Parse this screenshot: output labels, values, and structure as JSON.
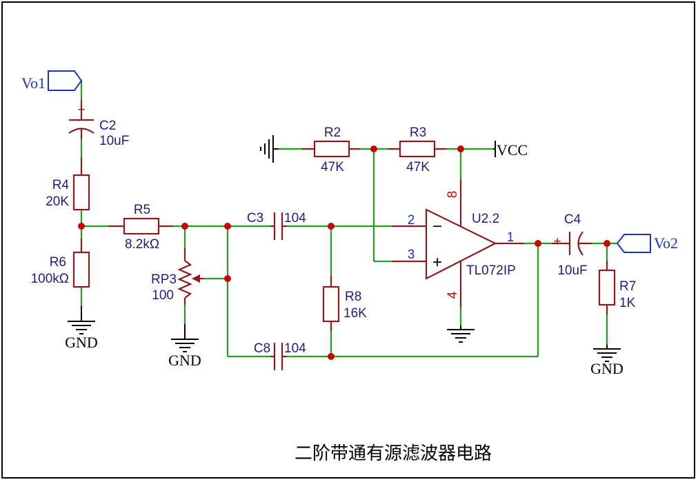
{
  "title": "二阶带通有源滤波器电路",
  "ports": {
    "in": "Vo1",
    "out": "Vo2"
  },
  "nets": {
    "vcc": "VCC",
    "gnd": "GND"
  },
  "components": {
    "C2": {
      "ref": "C2",
      "value": "10uF",
      "polarity": "+"
    },
    "R4": {
      "ref": "R4",
      "value": "20K"
    },
    "R6": {
      "ref": "R6",
      "value": "100kΩ"
    },
    "R5": {
      "ref": "R5",
      "value": "8.2kΩ"
    },
    "RP3": {
      "ref": "RP3",
      "value": "100"
    },
    "C3": {
      "ref": "C3",
      "value": "104"
    },
    "C8": {
      "ref": "C8",
      "value": "104"
    },
    "R8": {
      "ref": "R8",
      "value": "16K"
    },
    "R2": {
      "ref": "R2",
      "value": "47K"
    },
    "R3": {
      "ref": "R3",
      "value": "47K"
    },
    "U2": {
      "ref": "U2.2",
      "value": "TL072IP",
      "pins": {
        "inv": "2",
        "noninv": "3",
        "out": "1",
        "vplus": "8",
        "vminus": "4"
      },
      "minus_sign": "−",
      "plus_sign": "+"
    },
    "C4": {
      "ref": "C4",
      "value": "10uF",
      "polarity": "+"
    },
    "R7": {
      "ref": "R7",
      "value": "1K"
    }
  },
  "colors": {
    "wire": "#1f9e1f",
    "component": "#8b1a1a",
    "junction": "#cc0000",
    "label": "#1e1e78",
    "port": "#1a32c8",
    "pin_number": "#cc0000"
  }
}
